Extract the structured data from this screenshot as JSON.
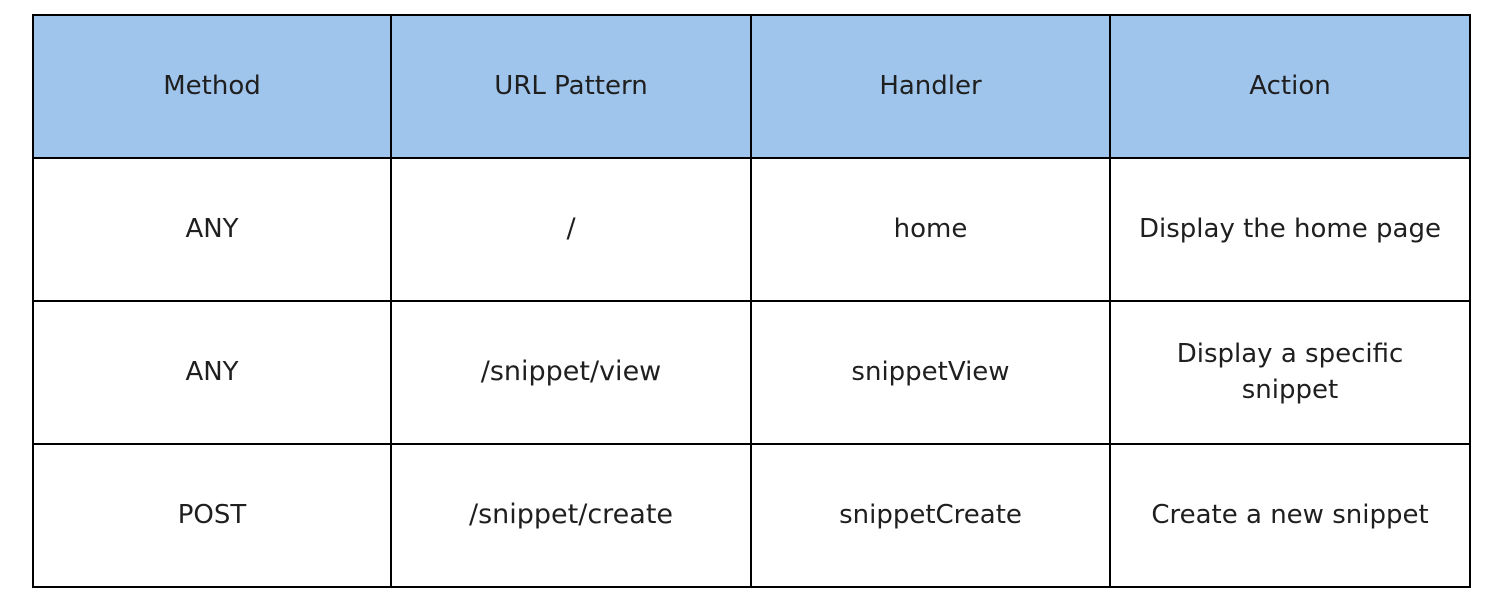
{
  "table": {
    "headers": [
      "Method",
      "URL Pattern",
      "Handler",
      "Action"
    ],
    "rows": [
      [
        "ANY",
        "/",
        "home",
        "Display the home page"
      ],
      [
        "ANY",
        "/snippet/view",
        "snippetView",
        "Display a specific snippet"
      ],
      [
        "POST",
        "/snippet/create",
        "snippetCreate",
        "Create a new snippet"
      ]
    ]
  },
  "colors": {
    "header_background": "#9fc5ec",
    "border": "#000000",
    "text": "#1f1f1f"
  }
}
